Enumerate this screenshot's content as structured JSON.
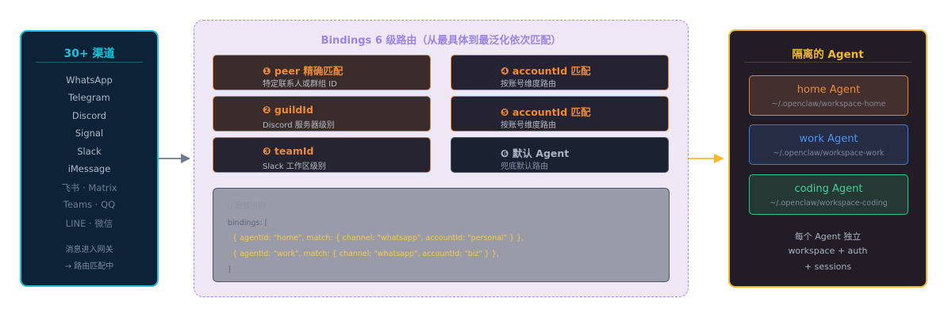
{
  "channels": {
    "title": "30+ 渠道",
    "items": [
      {
        "label": "WhatsApp",
        "dim": false
      },
      {
        "label": "Telegram",
        "dim": false
      },
      {
        "label": "Discord",
        "dim": false
      },
      {
        "label": "Signal",
        "dim": false
      },
      {
        "label": "Slack",
        "dim": false
      },
      {
        "label": "iMessage",
        "dim": false
      },
      {
        "label": "飞书 · Matrix",
        "dim": true
      },
      {
        "label": "Teams · QQ",
        "dim": true
      },
      {
        "label": "LINE · 微信",
        "dim": true
      }
    ],
    "note_line1": "消息进入网关",
    "note_line2": "→ 路由匹配中"
  },
  "bindings": {
    "title": "Bindings 6 级路由（从最具体到最泛化依次匹配）",
    "rules": [
      {
        "title": "❶ peer 精确匹配",
        "subtitle": "特定联系人或群组 ID"
      },
      {
        "title": "❹ accountId 匹配",
        "subtitle": "按账号维度路由"
      },
      {
        "title": "❷ guildId",
        "subtitle": "Discord 服务器级别"
      },
      {
        "title": "❺ accountId 匹配",
        "subtitle": "按账号维度路由"
      },
      {
        "title": "❸ teamId",
        "subtitle": "Slack 工作区级别"
      },
      {
        "title": "❻ 默认 Agent",
        "subtitle": "兜底默认路由"
      }
    ],
    "code": {
      "comment": "// 配置示例",
      "line1": "bindings: [",
      "line2": "  { agentId: \"home\", match: { channel: \"whatsapp\", accountId: \"personal\" } },",
      "line3": "  { agentId: \"work\", match: { channel: \"whatsapp\", accountId: \"biz\" } },",
      "line4": "]"
    }
  },
  "agents": {
    "title": "隔离的 Agent",
    "items": [
      {
        "name": "home Agent",
        "path": "~/.openclaw/workspace-home"
      },
      {
        "name": "work Agent",
        "path": "~/.openclaw/workspace-work"
      },
      {
        "name": "coding Agent",
        "path": "~/.openclaw/workspace-coding"
      }
    ],
    "foot_line1": "每个 Agent 独立",
    "foot_line2": "workspace + auth",
    "foot_line3": "+ sessions"
  },
  "colors": {
    "channels_accent": "#22c1e0",
    "bindings_accent": "#a78bf0",
    "agents_accent": "#f2b82e",
    "rule_accent": "#e6823a",
    "code_string": "#f7c948"
  }
}
